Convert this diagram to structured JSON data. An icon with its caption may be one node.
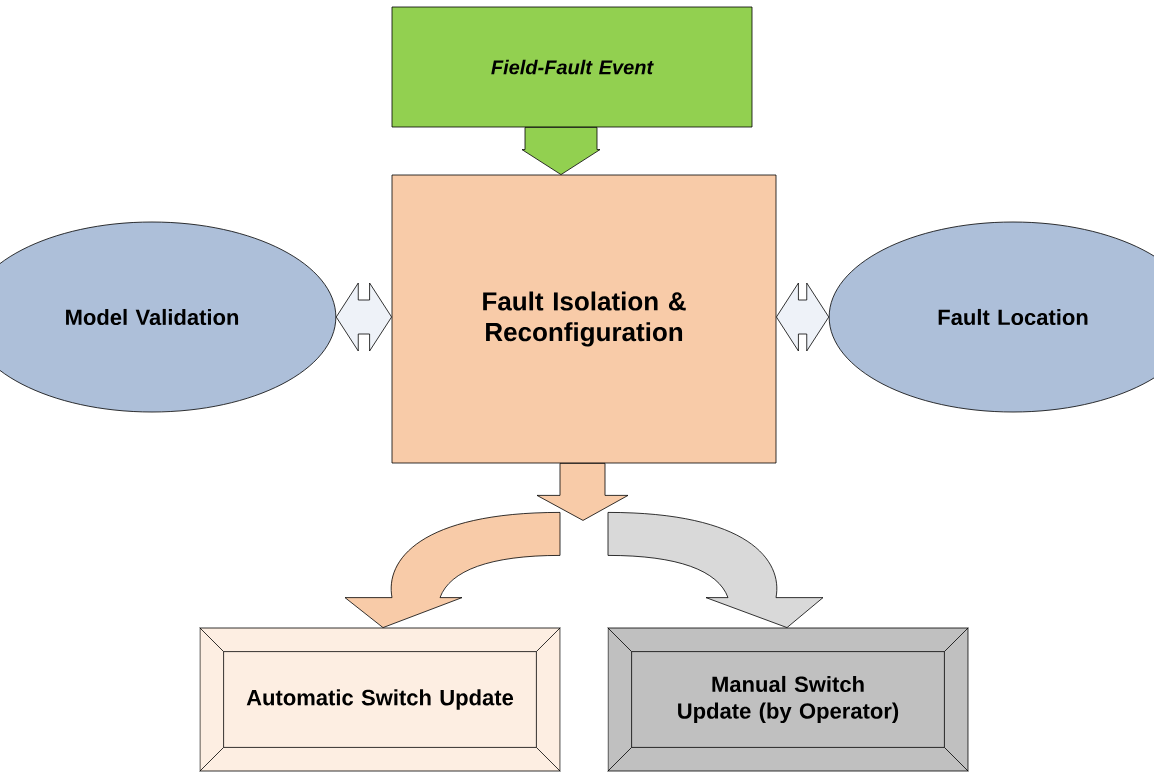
{
  "diagram": {
    "nodes": [
      {
        "text": [
          "Field-Fault Event"
        ]
      },
      {
        "text": [
          "Fault Isolation & Reconfiguration"
        ]
      },
      {
        "text": [
          "Model Validation"
        ]
      },
      {
        "text": [
          "Fault Location"
        ]
      },
      {
        "text": [
          "Automatic Switch Update"
        ]
      },
      {
        "text": [
          "Manual Switch Update (by Operator)"
        ]
      }
    ],
    "edges": [
      {
        "from": 0,
        "to": 1,
        "arrow": "to",
        "color": "#92d050"
      },
      {
        "from": 2,
        "to": 1,
        "arrow": "both",
        "color": "#eef2f8"
      },
      {
        "from": 1,
        "to": 3,
        "arrow": "both",
        "color": "#eef2f8"
      },
      {
        "from": 1,
        "to": 4,
        "arrow": "to",
        "color": "#f8cba8"
      },
      {
        "from": 1,
        "to": 5,
        "arrow": "to",
        "color": "#d9d9d9"
      }
    ]
  }
}
